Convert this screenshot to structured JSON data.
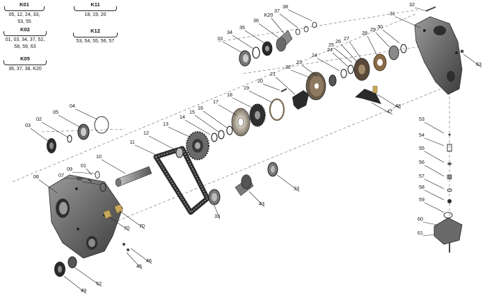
{
  "kits": [
    {
      "title": "K01",
      "lines": [
        "05, 12, 24, 33,",
        "53, 55"
      ]
    },
    {
      "title": "K02",
      "lines": [
        "01, 03, 34, 37, 52,",
        "58, 59, 63"
      ]
    },
    {
      "title": "K05",
      "lines": [
        "36, 37, 38, K20"
      ]
    },
    {
      "title": "K11",
      "lines": [
        "18, 19, 20"
      ]
    },
    {
      "title": "K12",
      "lines": [
        "53, 54, 55, 56, 57"
      ]
    }
  ],
  "callouts": [
    "01",
    "02",
    "03",
    "04",
    "05",
    "06",
    "07",
    "08",
    "09",
    "10",
    "11",
    "12",
    "13",
    "14",
    "15",
    "16",
    "17",
    "18",
    "19",
    "20",
    "21",
    "22",
    "23",
    "24",
    "24",
    "25",
    "26",
    "27",
    "28",
    "29",
    "30",
    "31",
    "32",
    "33",
    "33",
    "33",
    "34",
    "35",
    "36",
    "37",
    "38",
    "K20",
    "43",
    "45",
    "46",
    "47",
    "48",
    "49",
    "52",
    "53",
    "54",
    "55",
    "56",
    "57",
    "58",
    "59",
    "60",
    "61",
    "63",
    "70",
    "70"
  ],
  "colors": {
    "housing": "#6e6e6e",
    "housing_dark": "#3a3a3a",
    "gear": "#8a8a8a",
    "dark": "#2a2a2a",
    "bronze": "#8a6a48",
    "brass": "#c8a85a",
    "line": "#333333"
  }
}
